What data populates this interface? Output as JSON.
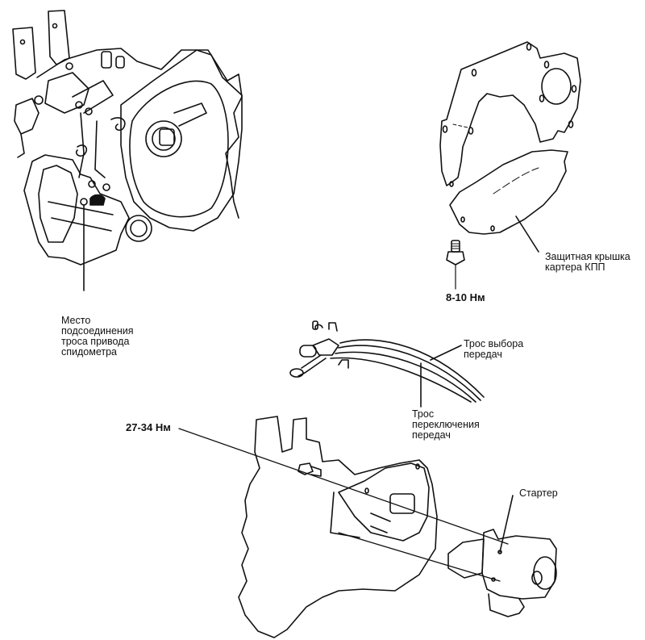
{
  "diagram": {
    "labels": {
      "speedometer_cable": [
        "Место",
        "подсоединения",
        "троса привода",
        "спидометра"
      ],
      "protective_cover": [
        "Защитная крышка",
        "картера КПП"
      ],
      "cover_bolt_torque": "8-10 Нм",
      "select_cable": [
        "Трос выбора",
        "передач"
      ],
      "shift_cable": [
        "Трос",
        "переключения",
        "передач"
      ],
      "starter_bolt_torque": "27-34 Нм",
      "starter": "Стартер"
    },
    "parts": [
      "transmission-assembly",
      "clutch-housing-plate",
      "protective-cover",
      "cover-bolt",
      "shift-cables",
      "engine-block-outline",
      "starter-bolt",
      "starter-motor"
    ]
  }
}
